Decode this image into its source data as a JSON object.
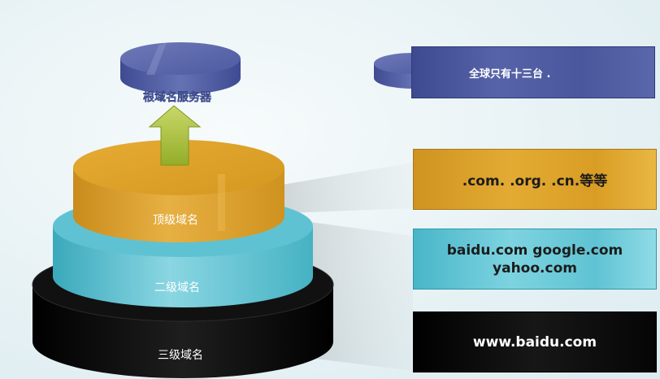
{
  "colors": {
    "root": "#4f5ca2",
    "top": "#dba126",
    "second": "#5fc4d4",
    "third": "#0d0d0d",
    "arrow": "#a8bf3a"
  },
  "pyramid": {
    "root_label": "根域名服务器",
    "top_label": "顶级域名",
    "second_label": "二级域名",
    "third_label": "三级域名"
  },
  "descriptions": {
    "root": "全球只有十三台 .",
    "top": ".com. .org. .cn.等等",
    "second_line1": "baidu.com google.com",
    "second_line2": "yahoo.com",
    "third": "www.baidu.com"
  }
}
